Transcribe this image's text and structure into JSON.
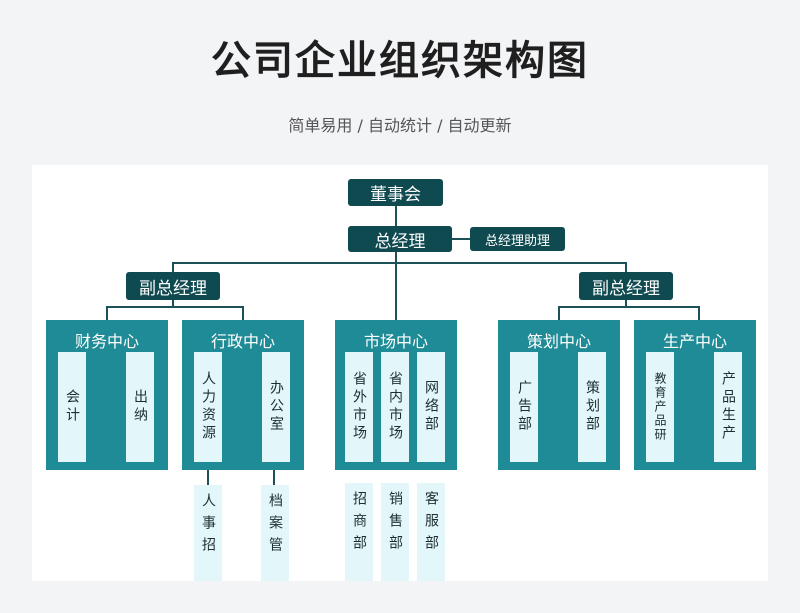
{
  "title": "公司企业组织架构图",
  "subtitle": "简单易用 / 自动统计 / 自动更新",
  "board": "董事会",
  "gm": "总经理",
  "gm_assistant": "总经理助理",
  "vp_left": "副总经理",
  "vp_right": "副总经理",
  "departments": [
    {
      "name": "财务中心",
      "units": [
        "会计",
        "出纳"
      ]
    },
    {
      "name": "行政中心",
      "units": [
        "人力资源",
        "办公室"
      ],
      "sub_units": [
        "人事招",
        "档案管"
      ]
    },
    {
      "name": "市场中心",
      "units": [
        "省外市场",
        "省内市场",
        "网络部"
      ],
      "sub_units": [
        "招商部",
        "销售部",
        "客服部"
      ]
    },
    {
      "name": "策划中心",
      "units": [
        "广告部",
        "策划部"
      ]
    },
    {
      "name": "生产中心",
      "units": [
        "教育产品研",
        "产品生产"
      ]
    }
  ],
  "colors": {
    "dark": "#0f4a50",
    "dept": "#1f8b96",
    "unit": "#e3f6f9",
    "line": "#1b5157"
  }
}
